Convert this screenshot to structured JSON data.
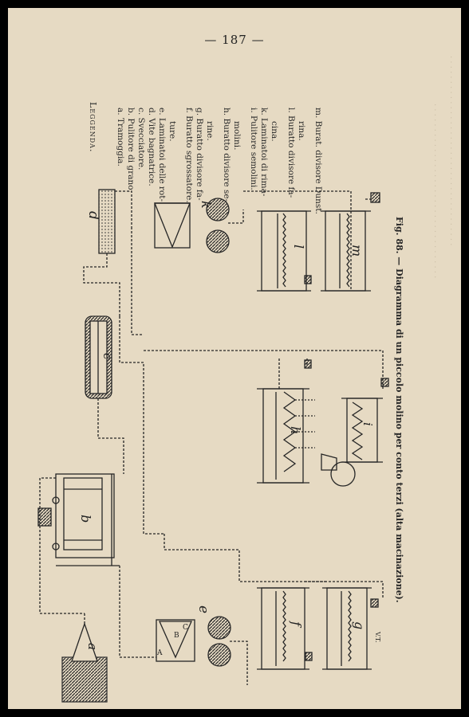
{
  "page": {
    "number": "— 187 —"
  },
  "legend": {
    "heading": "Leggenda.",
    "items": [
      "a. Tramoggia.",
      "b. Pulitore di grano.",
      "c. Svecciatore.",
      "d. Vite bagnatrice.",
      "e. Laminatoi delle rot-",
      "ture.",
      "f. Buratto sgrossatore.",
      "g. Buratto divisore fa-",
      "rine.",
      "h. Buratto divisore se-",
      "molini.",
      "i. Pulitore semolini.",
      "k. Laminatoi di rima-",
      "cina.",
      "l. Buratto divisore fa-",
      "rina.",
      "m. Burat. divisore Dunst."
    ]
  },
  "caption": "Fig. 88. — Diagramma di un piccolo molino per conto terzi (alta macinazione).",
  "artist_mark": "V.T.",
  "machine_letters": {
    "a": "a",
    "b": "b",
    "c": "c",
    "d": "d",
    "e": "e",
    "f": "f",
    "g": "g",
    "h": "h",
    "i": "i",
    "k": "k",
    "l": "l",
    "m": "m",
    "B": "B",
    "C": "C",
    "A": "A"
  }
}
